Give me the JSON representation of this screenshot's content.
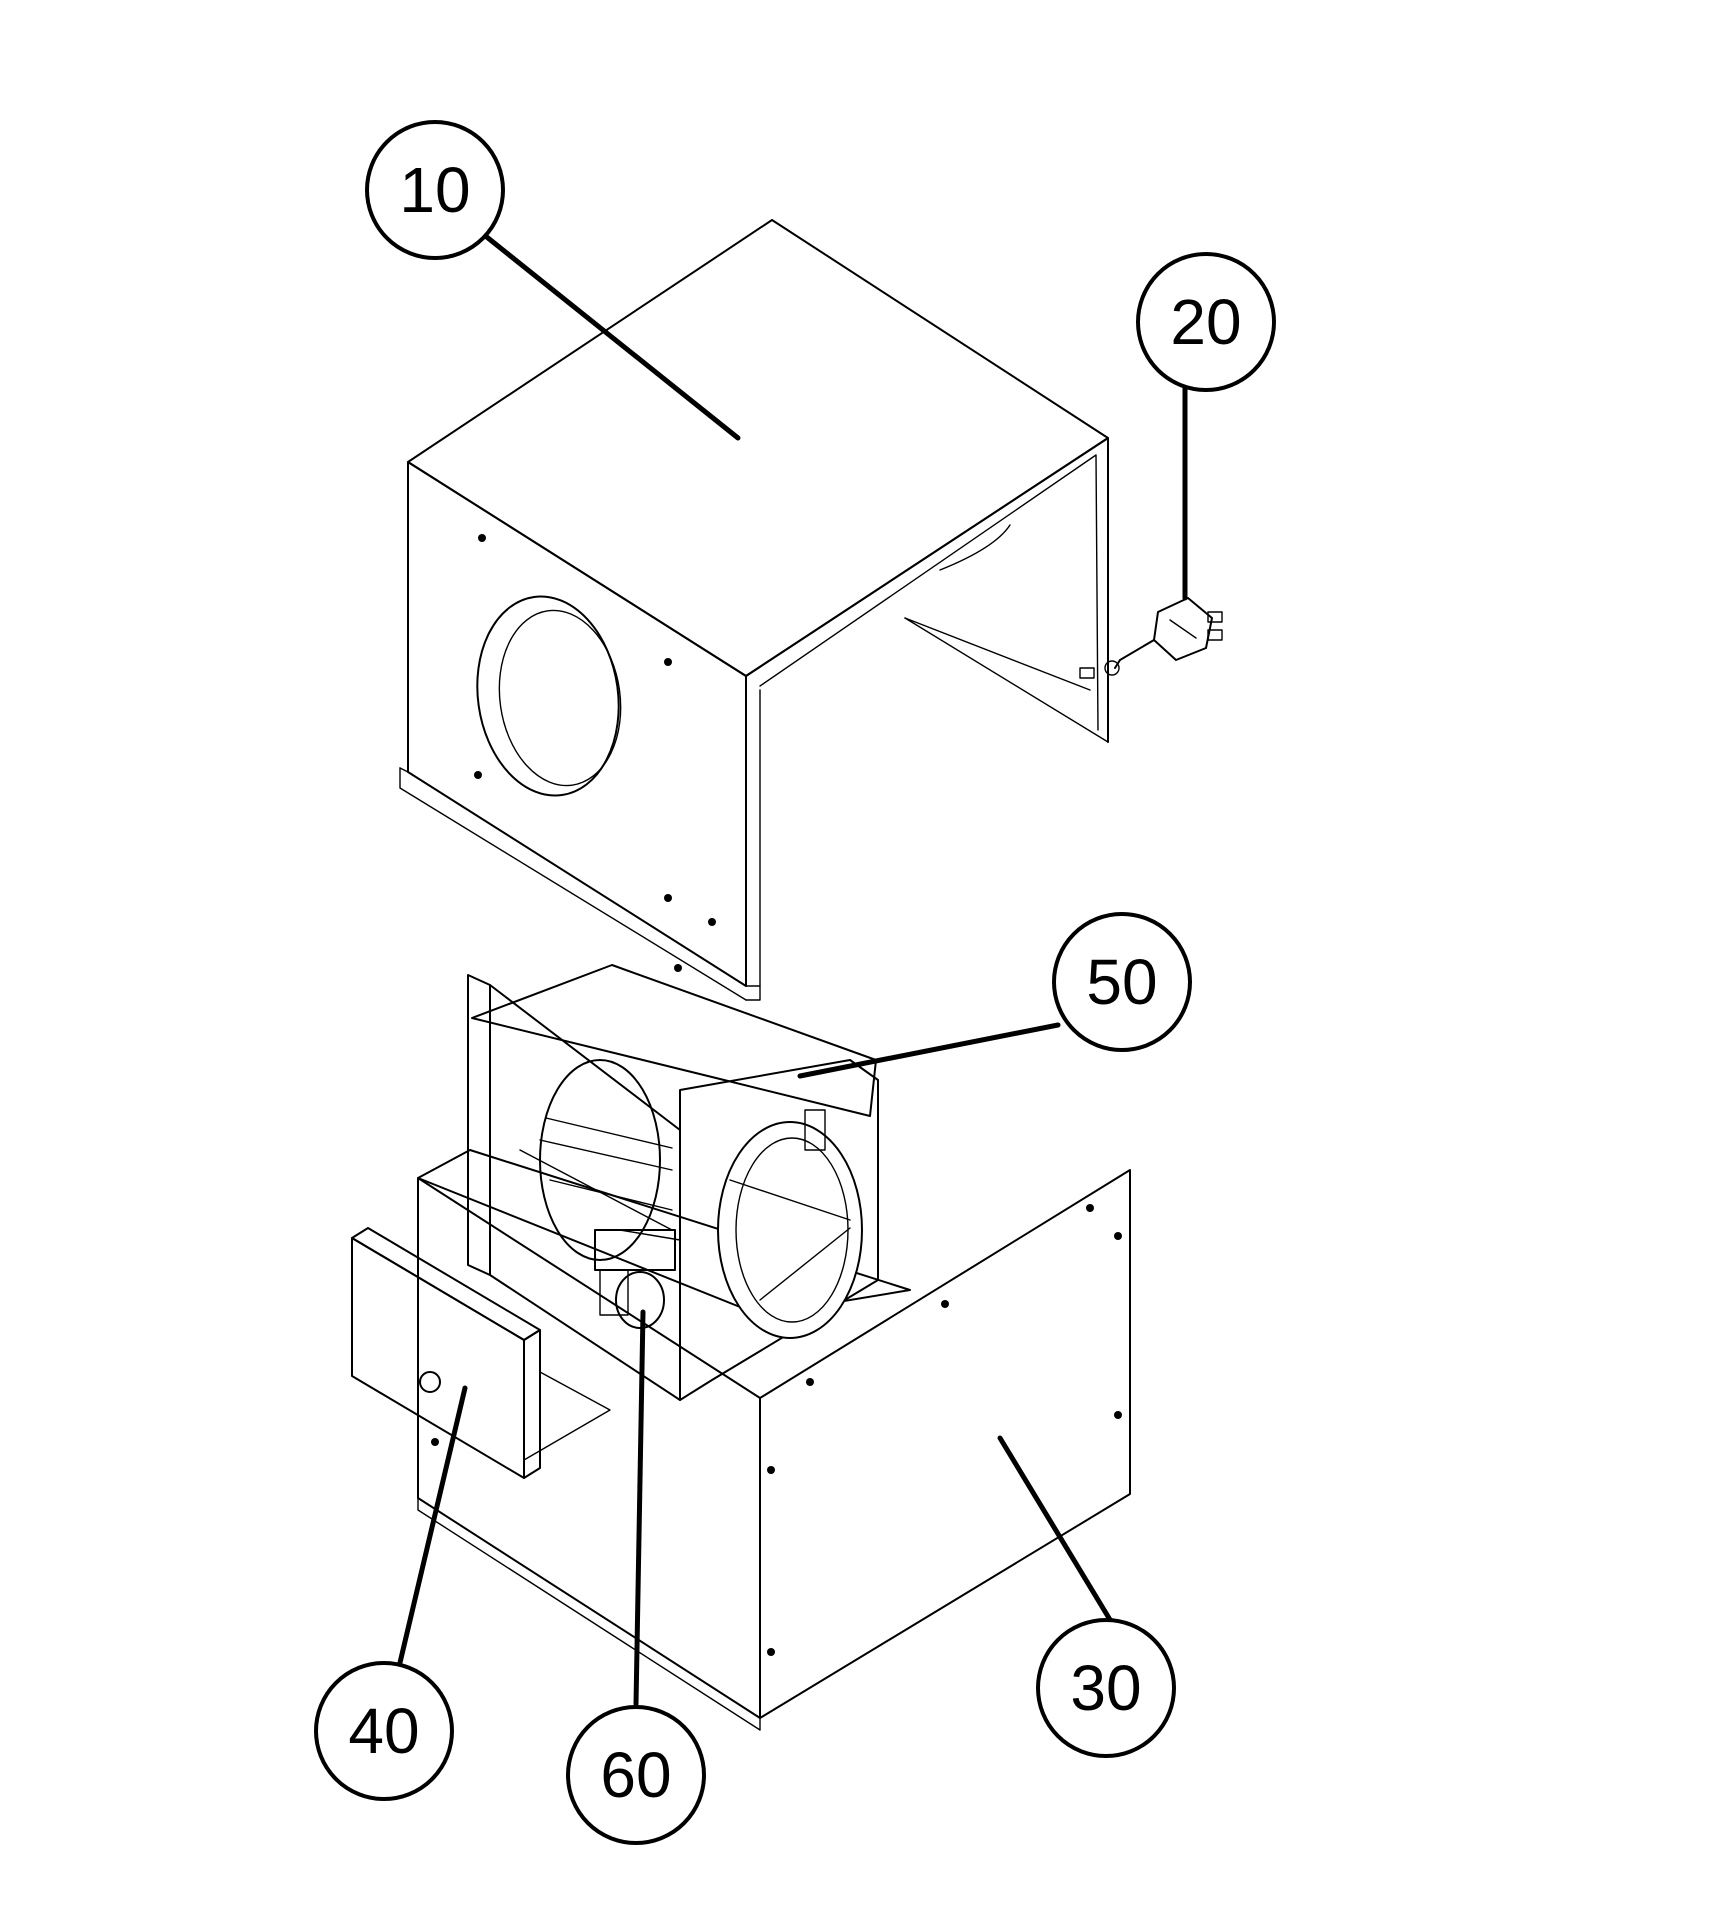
{
  "callouts": {
    "c10": "10",
    "c20": "20",
    "c30": "30",
    "c40": "40",
    "c50": "50",
    "c60": "60"
  }
}
